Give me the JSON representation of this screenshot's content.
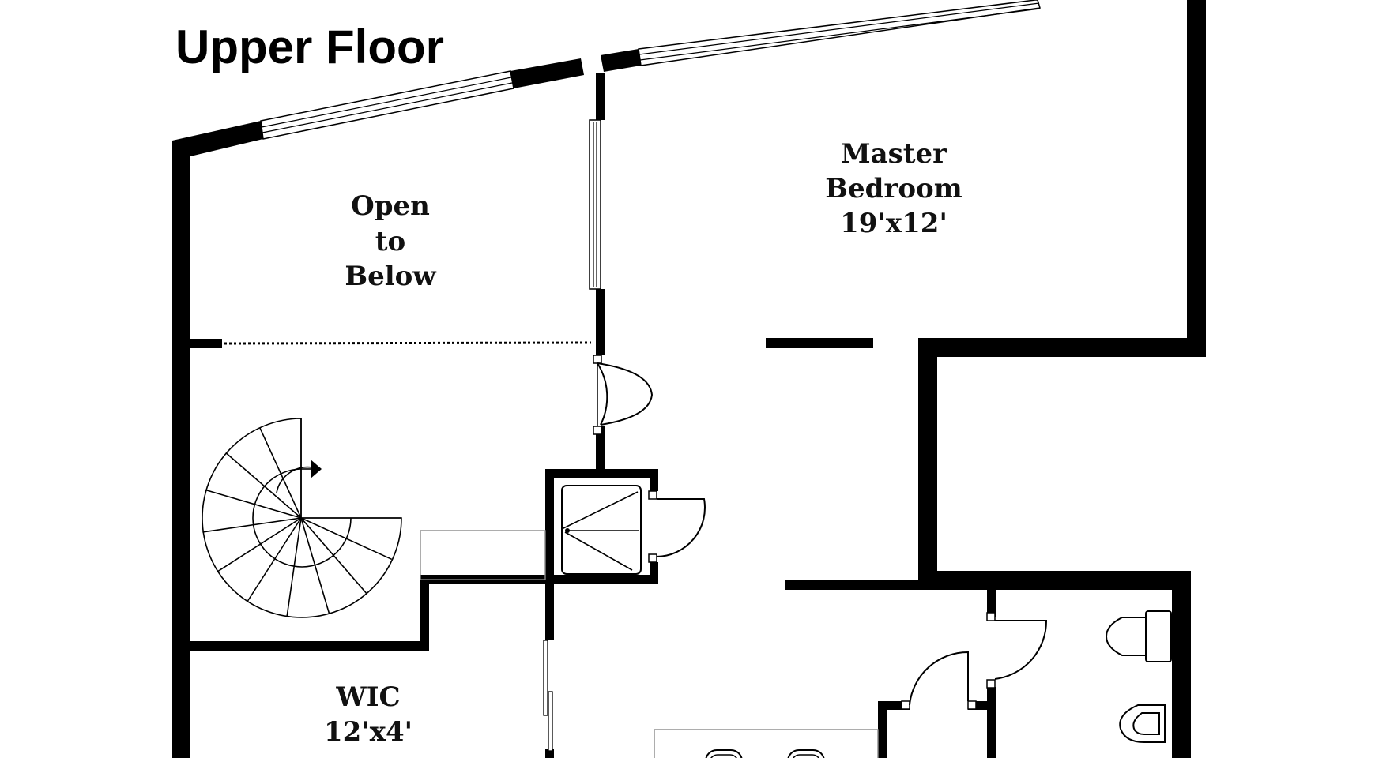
{
  "floor_plan": {
    "title": "Upper Floor",
    "rooms": [
      {
        "id": "open-to-below",
        "lines": [
          "Open",
          "to",
          "Below"
        ]
      },
      {
        "id": "master-bedroom",
        "lines": [
          "Master",
          "Bedroom",
          "19'x12'"
        ]
      },
      {
        "id": "wic",
        "lines": [
          "WIC",
          "12'x4'"
        ]
      }
    ],
    "fixtures": [
      "spiral-staircase",
      "shower",
      "toilet",
      "bidet",
      "double-vanity-sinks"
    ],
    "colors": {
      "walls": "#000000",
      "background": "#ffffff",
      "counter_outline": "#8a8a8a"
    }
  }
}
